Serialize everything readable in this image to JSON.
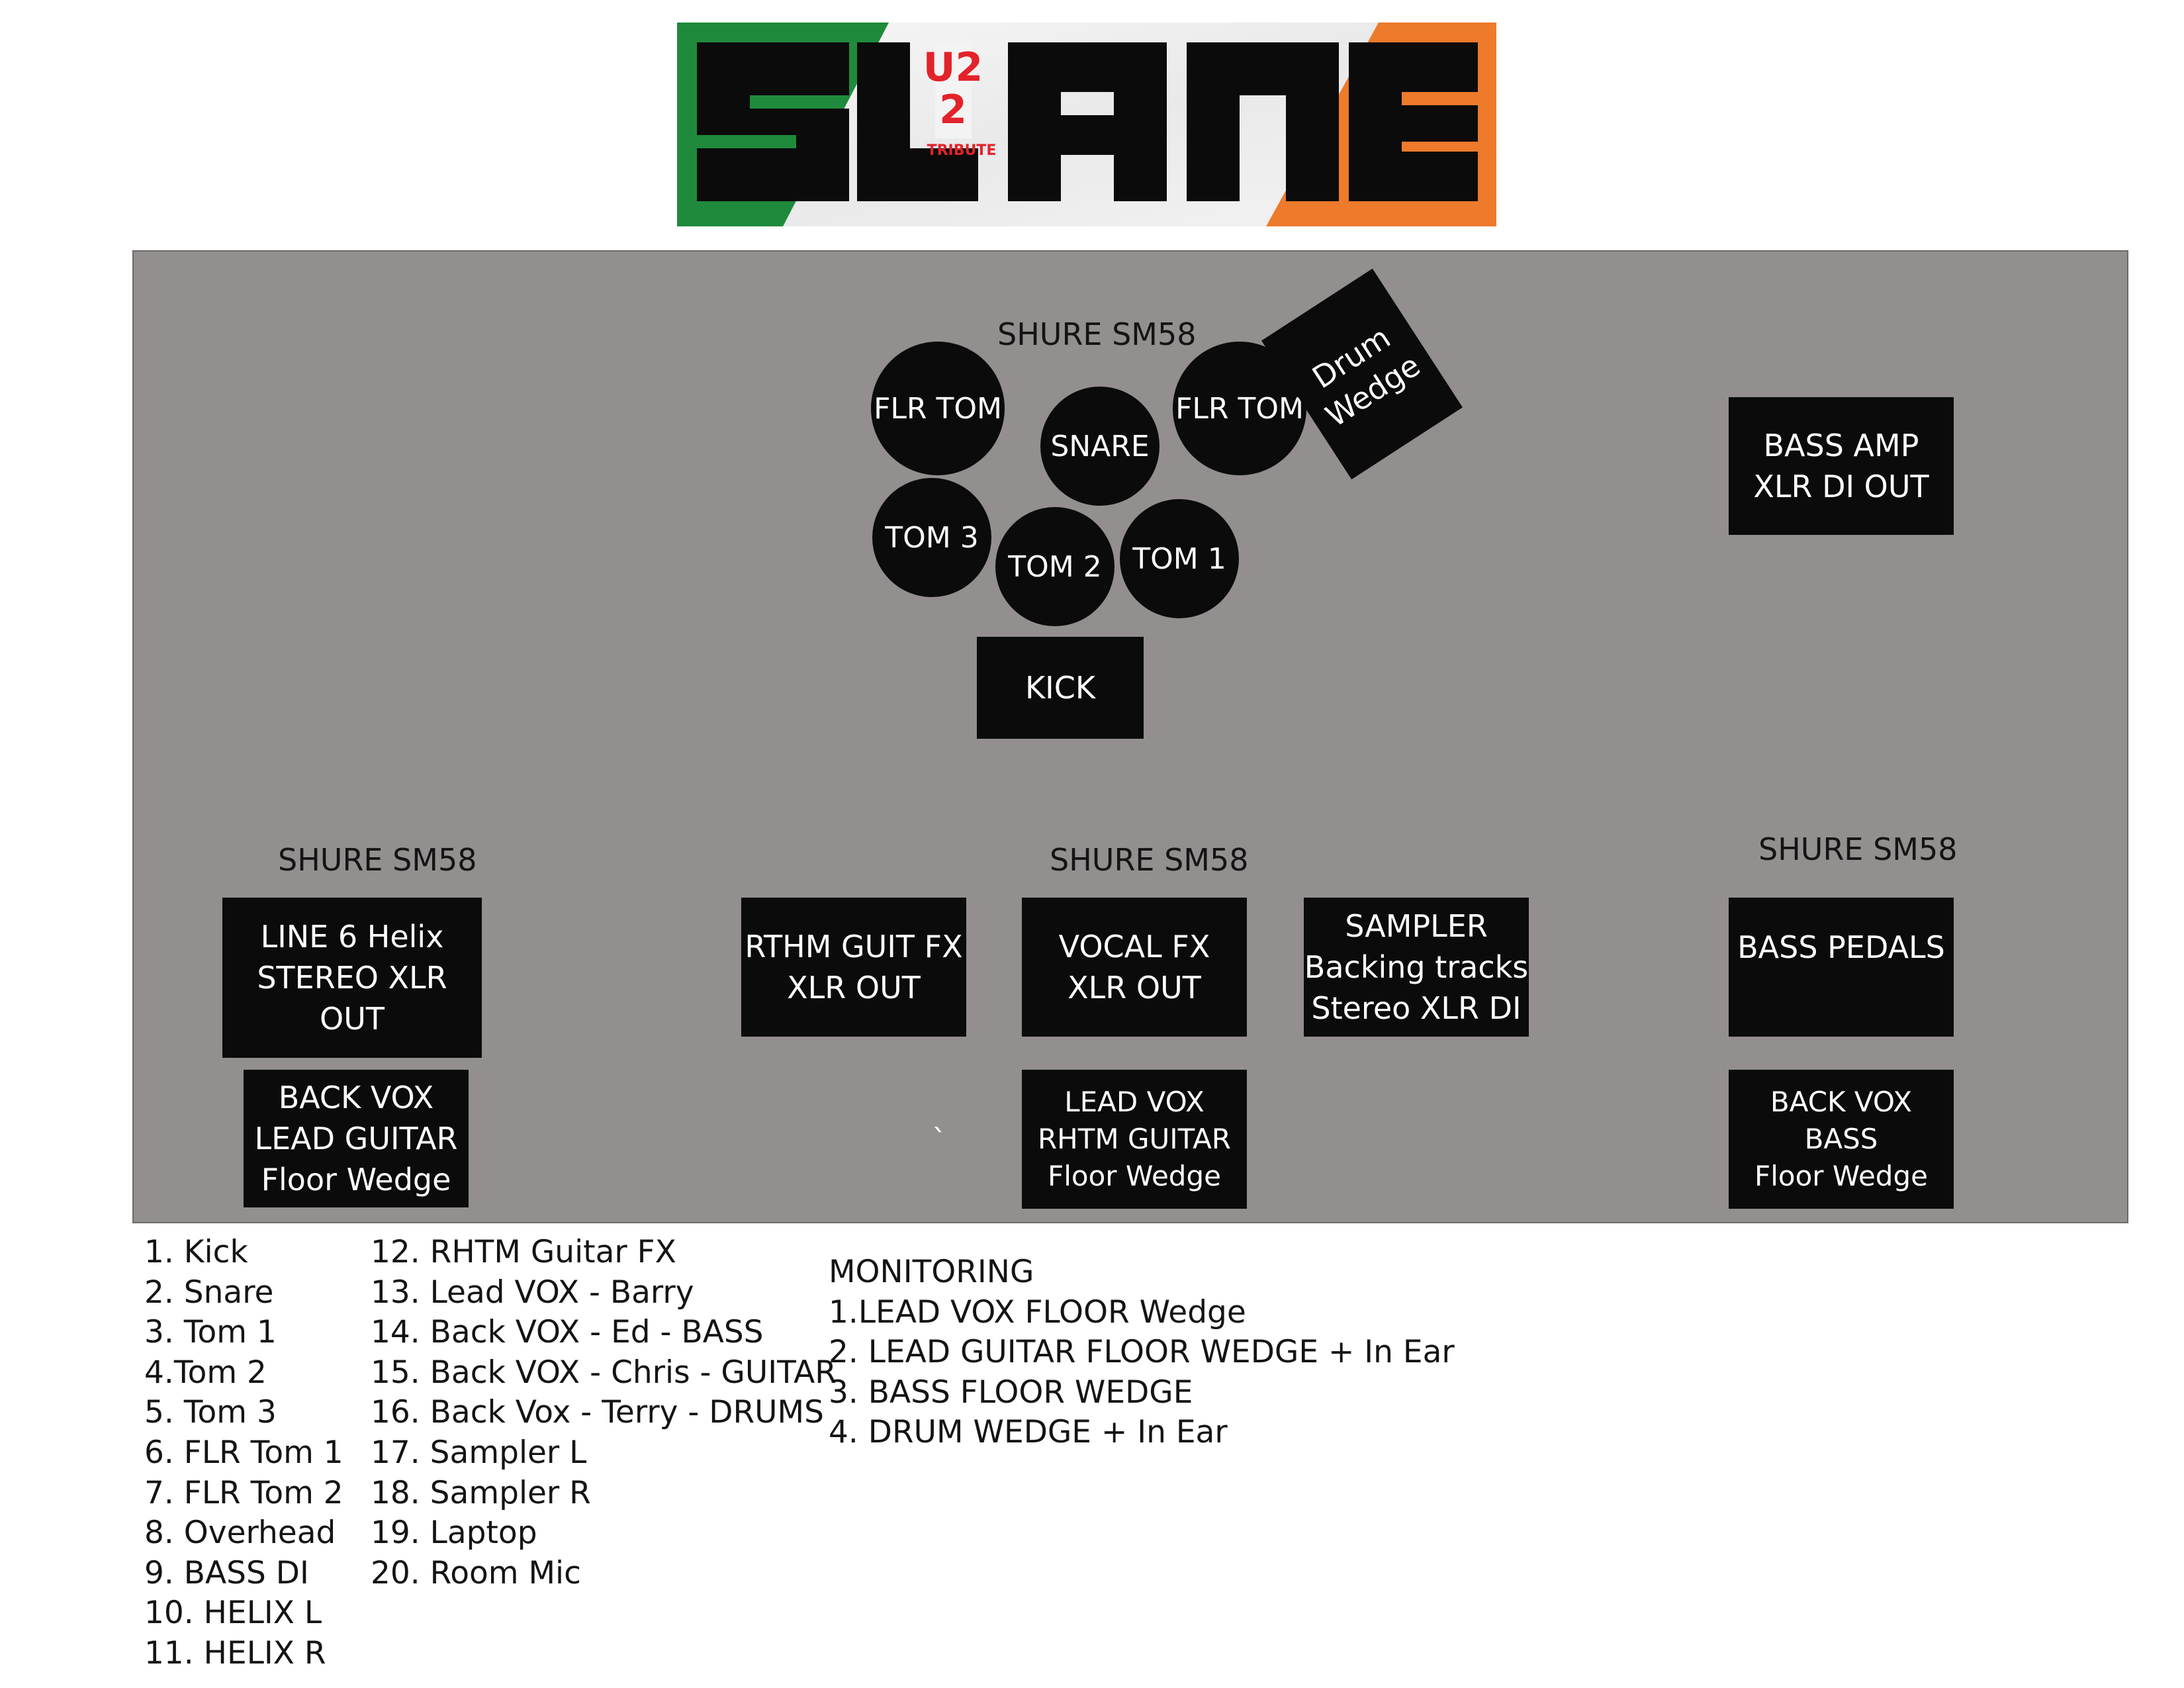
{
  "logo": {
    "wordmark_left": "SL",
    "wordmark_right": "ANE",
    "u2_text": "U2",
    "tribute_text": "TRIBUTE",
    "colors": {
      "green": "#1f8a3c",
      "white": "#f3f3f3",
      "orange": "#ee7a2b",
      "red": "#e3222a",
      "black": "#0b0b0b"
    }
  },
  "stage": {
    "background": "#938f8e",
    "mic_labels": {
      "drums": "SHURE SM58",
      "left": "SHURE SM58",
      "center": "SHURE SM58",
      "right": "SHURE SM58"
    },
    "drums": {
      "flr_tom_left": "FLR TOM",
      "flr_tom_right": "FLR TOM",
      "snare": "SNARE",
      "tom3": "TOM 3",
      "tom2": "TOM 2",
      "tom1": "TOM 1",
      "kick": "KICK"
    },
    "drum_wedge": [
      "Drum",
      "Wedge"
    ],
    "bass_amp": [
      "BASS AMP",
      "XLR DI OUT"
    ],
    "helix": [
      "LINE 6 Helix",
      "STEREO XLR OUT"
    ],
    "rthm_fx": [
      "RTHM GUIT FX",
      "XLR OUT"
    ],
    "vocal_fx": [
      "VOCAL FX",
      "XLR OUT"
    ],
    "sampler": [
      "SAMPLER",
      "Backing tracks",
      "Stereo XLR DI"
    ],
    "bass_pedals": [
      "BASS PEDALS"
    ],
    "wedge_left": [
      "BACK VOX",
      "LEAD GUITAR",
      "Floor Wedge"
    ],
    "wedge_center": [
      "LEAD VOX",
      "RHTM GUITAR",
      "Floor Wedge"
    ],
    "wedge_right": [
      "BACK VOX",
      "BASS",
      "Floor Wedge"
    ],
    "stray_mark": "`"
  },
  "inputs_col1": [
    "1. Kick",
    "2. Snare",
    "3. Tom 1",
    "4.Tom 2",
    "5. Tom 3",
    "6. FLR Tom 1",
    "7. FLR Tom 2",
    "8. Overhead",
    "9. BASS DI",
    "10. HELIX L",
    "11. HELIX R"
  ],
  "inputs_col2": [
    "12. RHTM Guitar FX",
    "13. Lead VOX - Barry",
    "14. Back VOX - Ed - BASS",
    "15. Back VOX - Chris - GUITAR",
    "16. Back Vox - Terry - DRUMS",
    "17. Sampler L",
    "18. Sampler R",
    "19. Laptop",
    "20. Room Mic"
  ],
  "monitoring": {
    "title": "MONITORING",
    "items": [
      "1.LEAD VOX FLOOR Wedge",
      "2. LEAD GUITAR FLOOR WEDGE + In Ear",
      "3. BASS FLOOR WEDGE",
      "4. DRUM WEDGE + In Ear"
    ]
  }
}
